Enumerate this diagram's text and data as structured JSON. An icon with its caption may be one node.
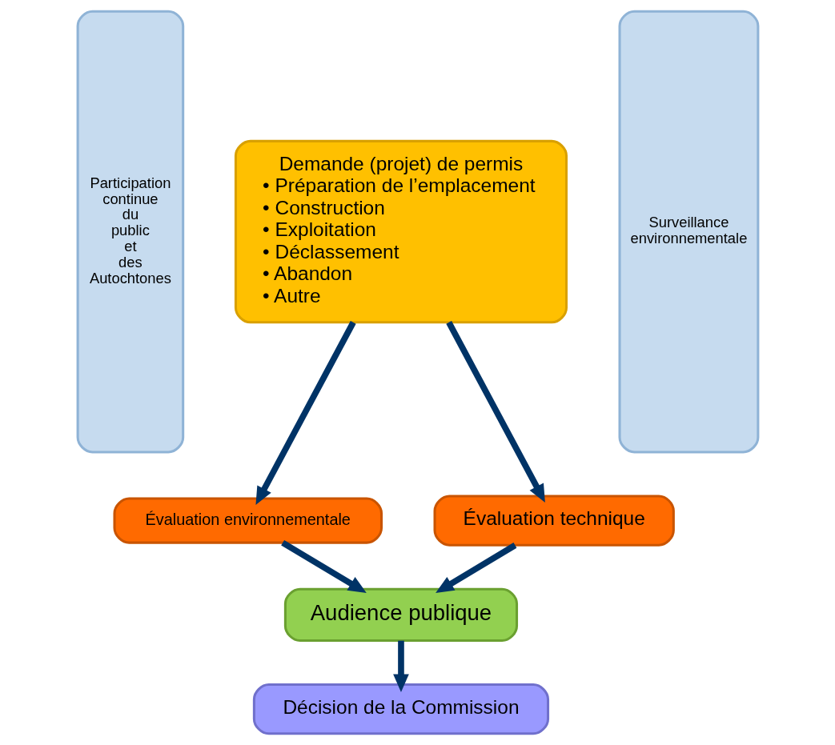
{
  "diagram": {
    "nodes": [
      {
        "text": [
          "Demande (projet) de permis",
          "• Préparation de l’emplacement",
          "• Construction",
          "• Exploitation",
          "• Déclassement",
          "• Abandon",
          "• Autre"
        ]
      },
      {
        "text": [
          "Évaluation environnementale"
        ]
      },
      {
        "text": [
          "Évaluation technique"
        ]
      },
      {
        "text": [
          "Audience publique"
        ]
      },
      {
        "text": [
          "Décision de la Commission"
        ]
      },
      {
        "text": [
          "Participation continue du public et des Autochtones"
        ]
      },
      {
        "text": [
          "Surveillance environnementale"
        ]
      }
    ],
    "edges": [
      {
        "from": 0,
        "to": 1,
        "arrow": "to"
      },
      {
        "from": 0,
        "to": 2,
        "arrow": "to"
      },
      {
        "from": 1,
        "to": 3,
        "arrow": "to"
      },
      {
        "from": 2,
        "to": 3,
        "arrow": "to"
      },
      {
        "from": 3,
        "to": 4,
        "arrow": "to"
      }
    ]
  }
}
